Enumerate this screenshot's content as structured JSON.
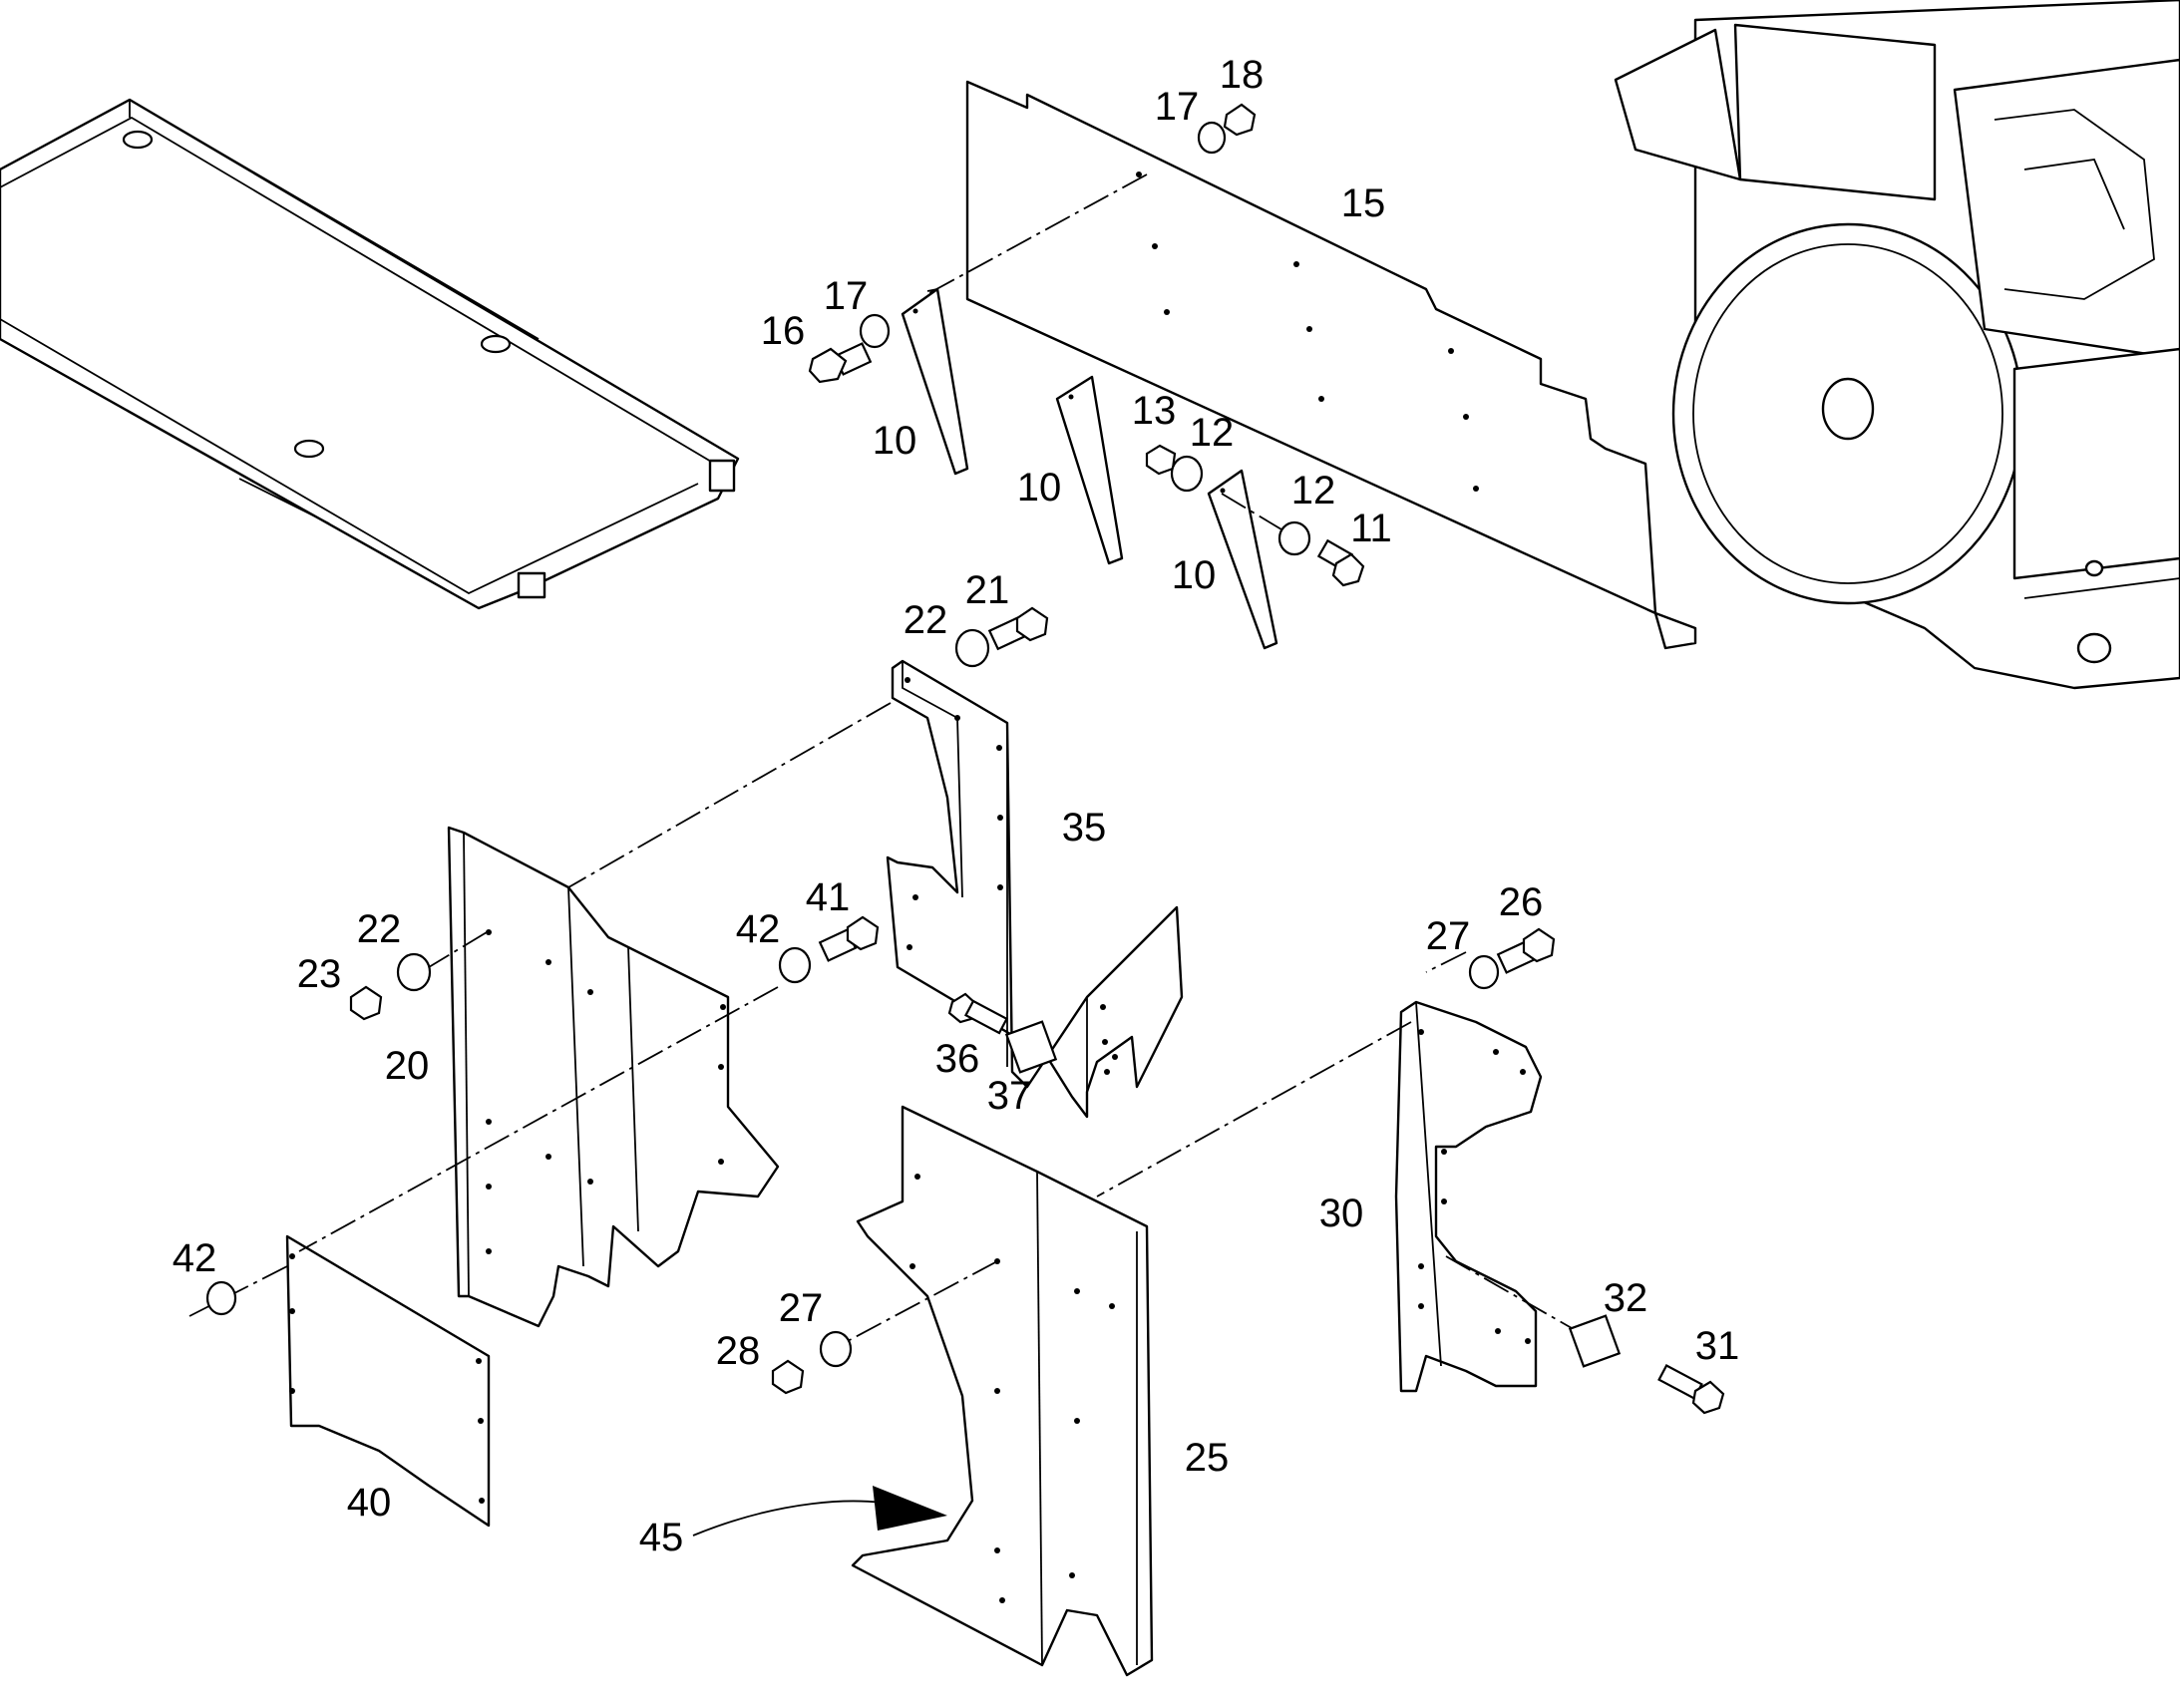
{
  "diagram": {
    "line_color": "#000000",
    "background": "#ffffff",
    "callouts": [
      {
        "id": "c18",
        "text": "18"
      },
      {
        "id": "c17a",
        "text": "17"
      },
      {
        "id": "c15",
        "text": "15"
      },
      {
        "id": "c17b",
        "text": "17"
      },
      {
        "id": "c16",
        "text": "16"
      },
      {
        "id": "c10a",
        "text": "10"
      },
      {
        "id": "c10b",
        "text": "10"
      },
      {
        "id": "c13",
        "text": "13"
      },
      {
        "id": "c12a",
        "text": "12"
      },
      {
        "id": "c12b",
        "text": "12"
      },
      {
        "id": "c11",
        "text": "11"
      },
      {
        "id": "c10c",
        "text": "10"
      },
      {
        "id": "c22a",
        "text": "22"
      },
      {
        "id": "c21",
        "text": "21"
      },
      {
        "id": "c35",
        "text": "35"
      },
      {
        "id": "c22b",
        "text": "22"
      },
      {
        "id": "c23",
        "text": "23"
      },
      {
        "id": "c20",
        "text": "20"
      },
      {
        "id": "c42a",
        "text": "42"
      },
      {
        "id": "c41",
        "text": "41"
      },
      {
        "id": "c36",
        "text": "36"
      },
      {
        "id": "c37",
        "text": "37"
      },
      {
        "id": "c27a",
        "text": "27"
      },
      {
        "id": "c26",
        "text": "26"
      },
      {
        "id": "c30",
        "text": "30"
      },
      {
        "id": "c32",
        "text": "32"
      },
      {
        "id": "c31",
        "text": "31"
      },
      {
        "id": "c42b",
        "text": "42"
      },
      {
        "id": "c27b",
        "text": "27"
      },
      {
        "id": "c28",
        "text": "28"
      },
      {
        "id": "c25",
        "text": "25"
      },
      {
        "id": "c40",
        "text": "40"
      },
      {
        "id": "c45",
        "text": "45"
      }
    ]
  }
}
